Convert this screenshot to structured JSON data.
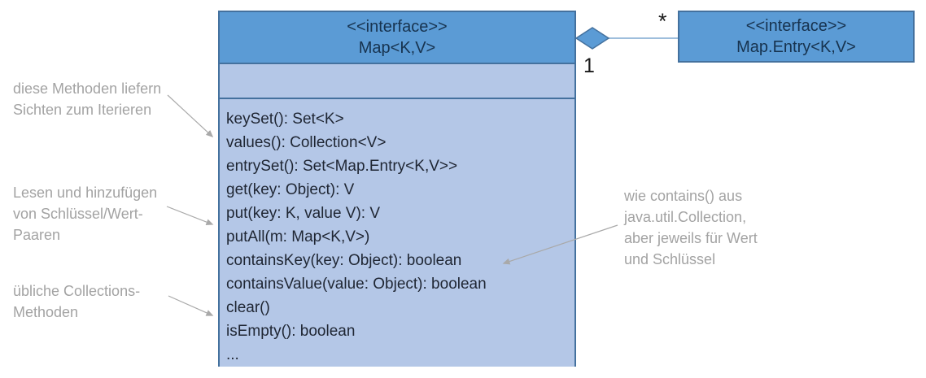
{
  "colors": {
    "header_fill": "#5b9bd5",
    "body_fill": "#b4c7e7",
    "border": "#44719e",
    "header_text": "#17334f",
    "method_text": "#1f2633",
    "annotation_text": "#a3a3a3",
    "arrow": "#a9a9a9"
  },
  "map_interface": {
    "stereotype": "<<interface>>",
    "name": "Map<K,V>",
    "methods": [
      "keySet(): Set<K>",
      "values(): Collection<V>",
      "entrySet(): Set<Map.Entry<K,V>>",
      "get(key: Object): V",
      "put(key: K, value V): V",
      "putAll(m: Map<K,V>)",
      "containsKey(key: Object): boolean",
      "containsValue(value: Object): boolean",
      "clear()",
      "isEmpty(): boolean",
      "..."
    ]
  },
  "map_entry_interface": {
    "stereotype": "<<interface>>",
    "name": "Map.Entry<K,V>"
  },
  "association": {
    "type": "aggregation",
    "multiplicity_map_end": "1",
    "multiplicity_entry_end": "*"
  },
  "annotations": {
    "views": "diese Methoden liefern\nSichten zum Iterieren",
    "read_add": "Lesen und hinzufügen\nvon Schlüssel/Wert-\nPaaren",
    "common": "übliche Collections-\nMethoden",
    "contains": "wie contains() aus\njava.util.Collection,\naber jeweils für Wert\nund Schlüssel"
  }
}
